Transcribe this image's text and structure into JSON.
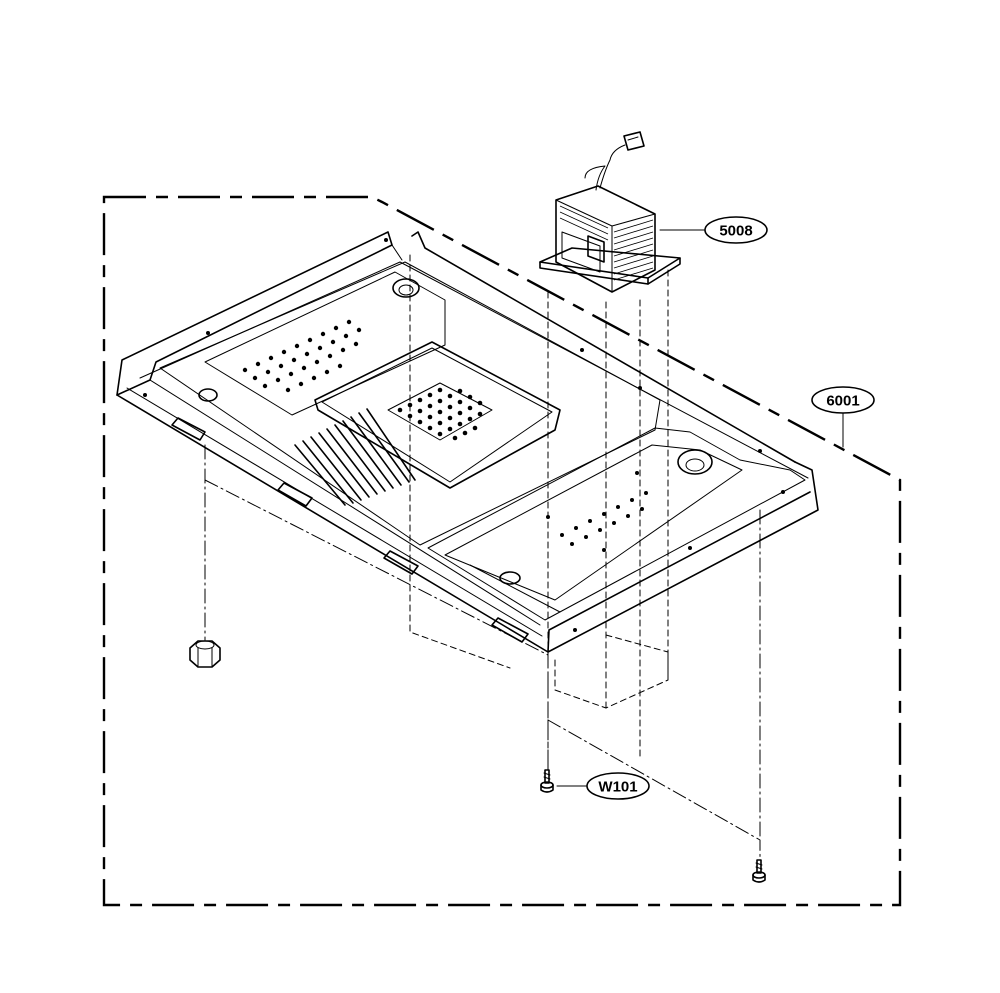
{
  "callouts": {
    "transformer": "5008",
    "base_plate": "6001",
    "screw": "W101"
  }
}
